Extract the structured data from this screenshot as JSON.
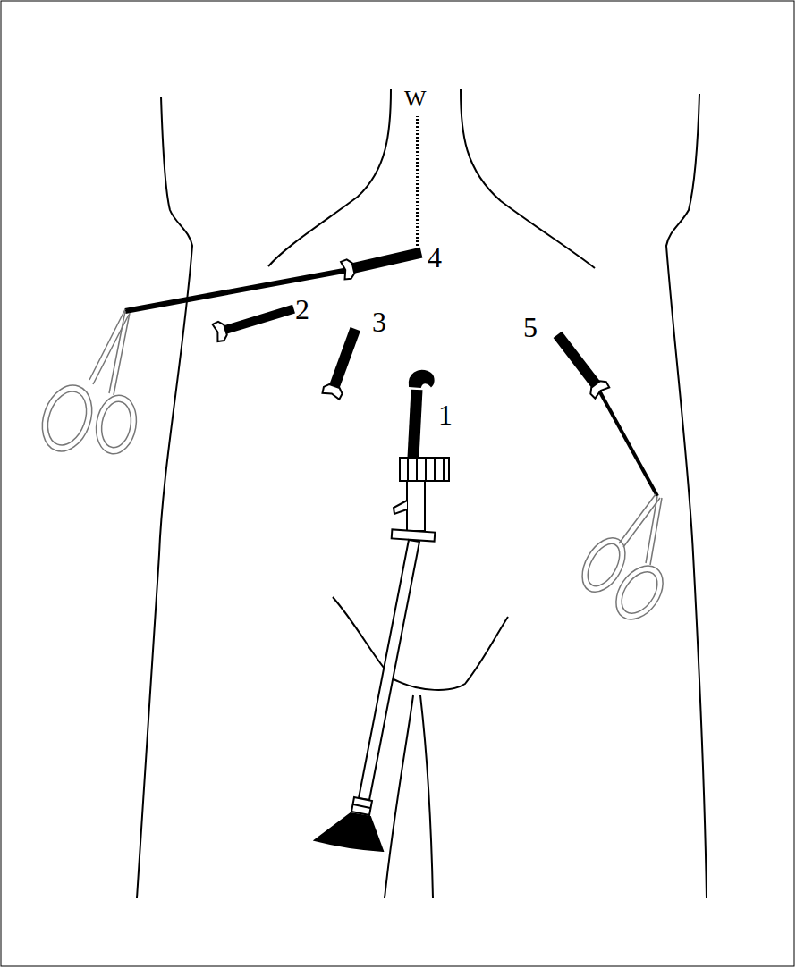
{
  "diagram": {
    "labels": [
      "W",
      "4",
      "2",
      "3",
      "5",
      "1"
    ]
  }
}
